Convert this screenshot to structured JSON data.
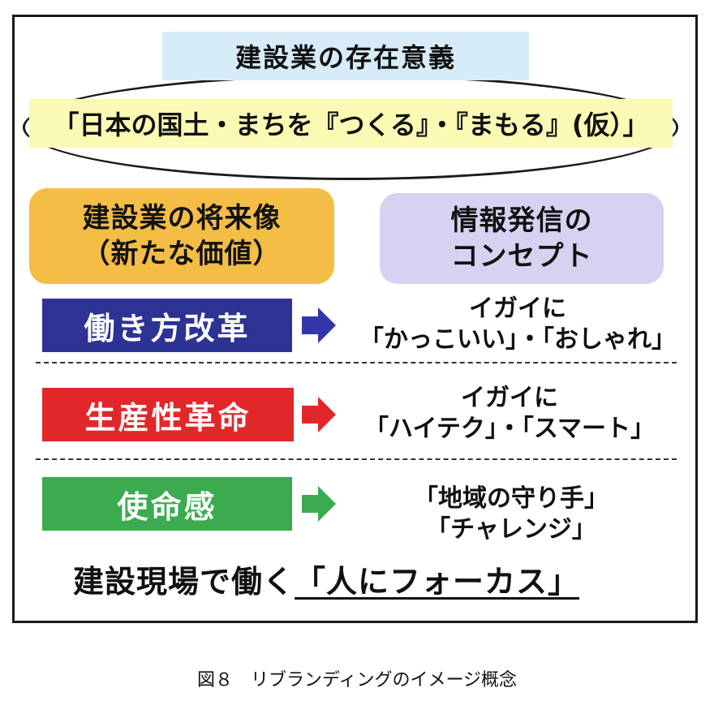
{
  "diagram": {
    "title": "建設業の存在意義",
    "slogan": "「日本の国土・まちを『つくる』・『まもる』(仮）」",
    "future_vision": {
      "line1": "建設業の将来像",
      "line2": "（新たな価値）"
    },
    "concept": {
      "line1": "情報発信の",
      "line2": "コンセプト"
    },
    "rows": [
      {
        "label": "働き方改革",
        "color": "#2d3394",
        "arrow_color": "#3436a8",
        "desc_line1": "イガイに",
        "desc_line2": "「かっこいい」・「おしゃれ」"
      },
      {
        "label": "生産性革命",
        "color": "#e2272a",
        "arrow_color": "#e2272a",
        "desc_line1": "イガイに",
        "desc_line2": "「ハイテク」・「スマート」"
      },
      {
        "label": "使命感",
        "color": "#3cab50",
        "arrow_color": "#3cab50",
        "desc_line1": "「地域の守り手」",
        "desc_line2": "「チャレンジ」"
      }
    ],
    "bottom_text_prefix": "建設現場で働く",
    "bottom_text_focus": "「人にフォーカス」"
  },
  "caption": "図８　リブランディングのイメージ概念"
}
